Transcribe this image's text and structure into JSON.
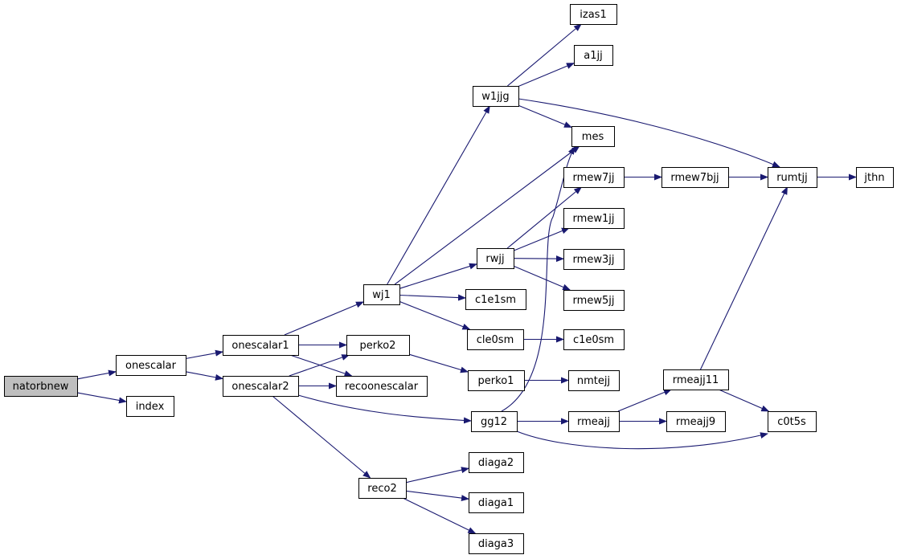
{
  "graph": {
    "nodes": [
      {
        "id": "natorbnew",
        "label": "natorbnew",
        "root": true
      },
      {
        "id": "onescalar",
        "label": "onescalar"
      },
      {
        "id": "index",
        "label": "index"
      },
      {
        "id": "onescalar1",
        "label": "onescalar1"
      },
      {
        "id": "onescalar2",
        "label": "onescalar2"
      },
      {
        "id": "wj1",
        "label": "wj1"
      },
      {
        "id": "perko2",
        "label": "perko2"
      },
      {
        "id": "recoonescalar",
        "label": "recoonescalar"
      },
      {
        "id": "gg12",
        "label": "gg12"
      },
      {
        "id": "reco2",
        "label": "reco2"
      },
      {
        "id": "w1jjg",
        "label": "w1jjg"
      },
      {
        "id": "mes",
        "label": "mes"
      },
      {
        "id": "rwjj",
        "label": "rwjj"
      },
      {
        "id": "c1e1sm",
        "label": "c1e1sm"
      },
      {
        "id": "cle0sm",
        "label": "cle0sm"
      },
      {
        "id": "perko1",
        "label": "perko1"
      },
      {
        "id": "diaga2",
        "label": "diaga2"
      },
      {
        "id": "diaga1",
        "label": "diaga1"
      },
      {
        "id": "diaga3",
        "label": "diaga3"
      },
      {
        "id": "izas1",
        "label": "izas1"
      },
      {
        "id": "a1jj",
        "label": "a1jj"
      },
      {
        "id": "rmew7jj",
        "label": "rmew7jj"
      },
      {
        "id": "rmew1jj",
        "label": "rmew1jj"
      },
      {
        "id": "rmew3jj",
        "label": "rmew3jj"
      },
      {
        "id": "rmew5jj",
        "label": "rmew5jj"
      },
      {
        "id": "c1e0sm",
        "label": "c1e0sm"
      },
      {
        "id": "nmtejj",
        "label": "nmtejj"
      },
      {
        "id": "rmeajj",
        "label": "rmeajj"
      },
      {
        "id": "rmew7bjj",
        "label": "rmew7bjj"
      },
      {
        "id": "rmeajj11",
        "label": "rmeajj11"
      },
      {
        "id": "rmeajj9",
        "label": "rmeajj9"
      },
      {
        "id": "rumtjj",
        "label": "rumtjj"
      },
      {
        "id": "c0t5s",
        "label": "c0t5s"
      },
      {
        "id": "jthn",
        "label": "jthn"
      }
    ],
    "edges": [
      [
        "natorbnew",
        "onescalar"
      ],
      [
        "natorbnew",
        "index"
      ],
      [
        "onescalar",
        "onescalar1"
      ],
      [
        "onescalar",
        "onescalar2"
      ],
      [
        "onescalar1",
        "wj1"
      ],
      [
        "onescalar1",
        "perko2"
      ],
      [
        "onescalar1",
        "recoonescalar"
      ],
      [
        "onescalar2",
        "perko2"
      ],
      [
        "onescalar2",
        "recoonescalar"
      ],
      [
        "onescalar2",
        "gg12"
      ],
      [
        "onescalar2",
        "reco2"
      ],
      [
        "wj1",
        "w1jjg"
      ],
      [
        "wj1",
        "mes"
      ],
      [
        "wj1",
        "rwjj"
      ],
      [
        "wj1",
        "c1e1sm"
      ],
      [
        "wj1",
        "cle0sm"
      ],
      [
        "perko2",
        "perko1"
      ],
      [
        "gg12",
        "mes"
      ],
      [
        "gg12",
        "rmeajj"
      ],
      [
        "gg12",
        "c0t5s"
      ],
      [
        "reco2",
        "diaga2"
      ],
      [
        "reco2",
        "diaga1"
      ],
      [
        "reco2",
        "diaga3"
      ],
      [
        "w1jjg",
        "izas1"
      ],
      [
        "w1jjg",
        "a1jj"
      ],
      [
        "w1jjg",
        "mes"
      ],
      [
        "w1jjg",
        "rumtjj"
      ],
      [
        "rwjj",
        "rmew7jj"
      ],
      [
        "rwjj",
        "rmew1jj"
      ],
      [
        "rwjj",
        "rmew3jj"
      ],
      [
        "rwjj",
        "rmew5jj"
      ],
      [
        "cle0sm",
        "c1e0sm"
      ],
      [
        "perko1",
        "nmtejj"
      ],
      [
        "rmeajj",
        "rmeajj11"
      ],
      [
        "rmeajj",
        "rmeajj9"
      ],
      [
        "rmew7jj",
        "rmew7bjj"
      ],
      [
        "rmew7bjj",
        "rumtjj"
      ],
      [
        "rmeajj11",
        "rumtjj"
      ],
      [
        "rmeajj11",
        "c0t5s"
      ],
      [
        "rumtjj",
        "jthn"
      ]
    ]
  },
  "colors": {
    "edge": "#191970",
    "root_fill": "#bfbfbf",
    "node_fill": "#ffffff",
    "node_border": "#000000"
  }
}
